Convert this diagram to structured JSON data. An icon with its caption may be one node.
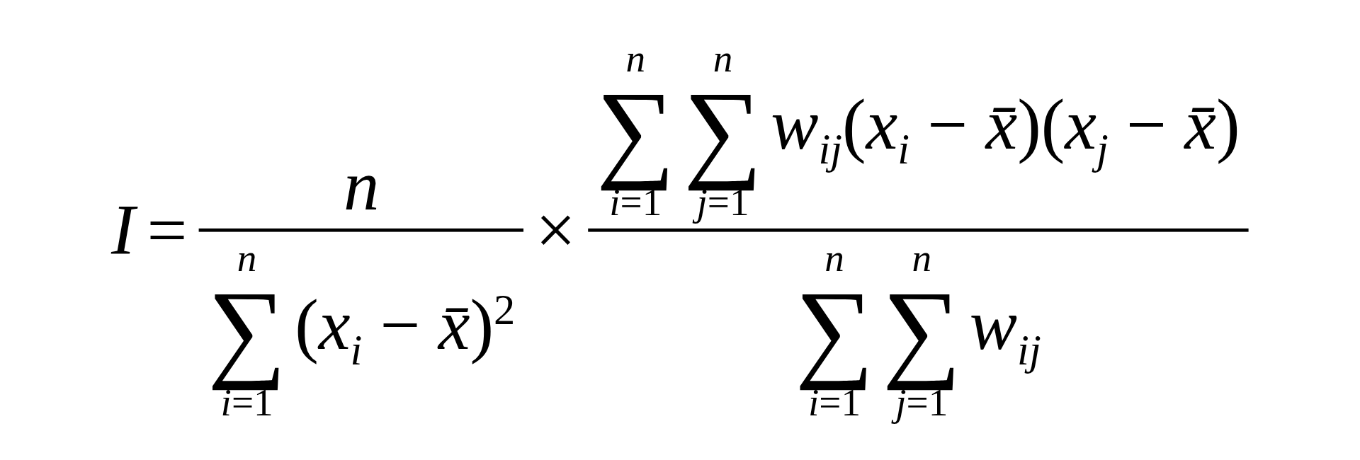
{
  "diagram": {
    "labels": [
      "I",
      "=",
      "n",
      "n",
      "∑",
      "(*x*$_{i}$ − *x̄*)$^{2}$",
      "*i*=1",
      "×",
      "n",
      "n",
      "∑",
      "∑",
      "*w*$_{ij}$(*x*$_{i}$ − *x̄*)(*x*$_{j}$ − *x̄*)",
      "*i*=1",
      "*j*=1",
      "n",
      "n",
      "∑",
      "∑",
      "*w*$_{ij}$",
      "*i*=1",
      "*j*=1"
    ]
  }
}
